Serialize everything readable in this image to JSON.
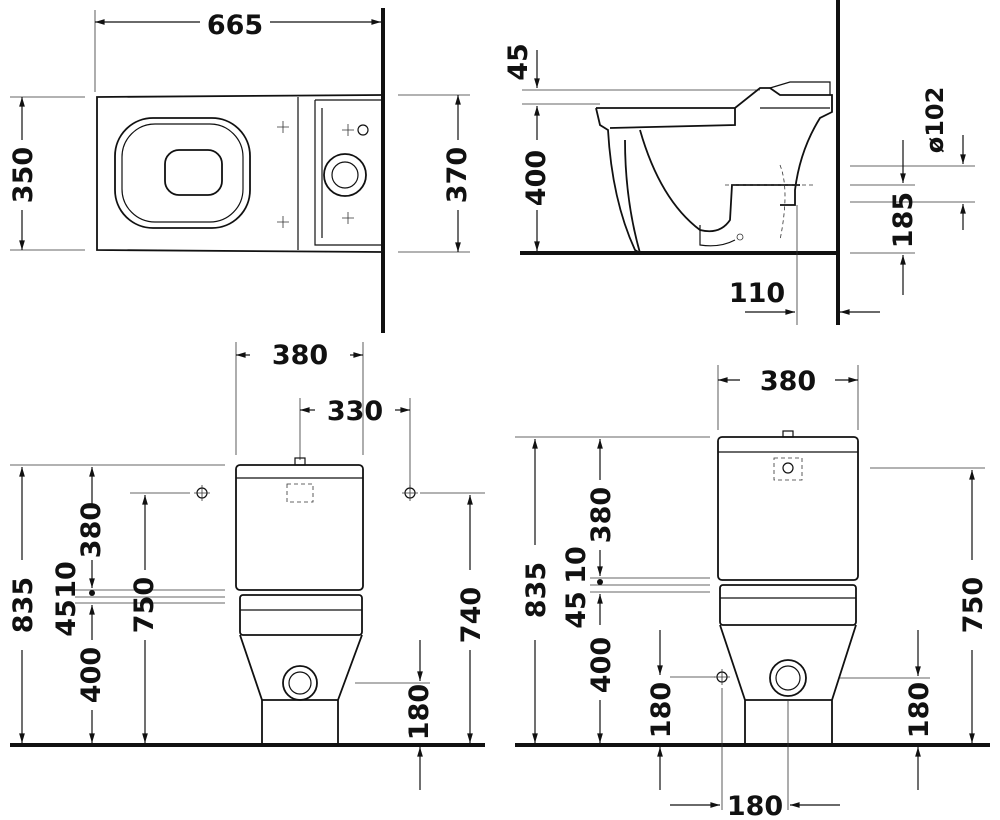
{
  "title": "Close-coupled toilet dimension drawing",
  "plan_view": {
    "width": "665",
    "depth_bowl": "350",
    "depth_overall": "370"
  },
  "side_view": {
    "seat_gap": "45",
    "rim_height": "400",
    "outlet_diameter": "ø102",
    "outlet_height": "185",
    "outlet_distance": "110"
  },
  "front_view_left": {
    "tank_width": "380",
    "supply_spacing": "330",
    "total_height": "835",
    "tank_height": "380",
    "gap": "10",
    "seat": "45",
    "rim_height": "400",
    "supply_height_left": "750",
    "supply_height_right": "740",
    "drain_height": "180"
  },
  "front_view_right": {
    "tank_width": "380",
    "total_height": "835",
    "tank_height": "380",
    "gap": "10",
    "seat": "45",
    "rim_height": "400",
    "supply_height": "750",
    "drain_height_left": "180",
    "drain_height_right": "180",
    "drain_spacing": "180"
  }
}
